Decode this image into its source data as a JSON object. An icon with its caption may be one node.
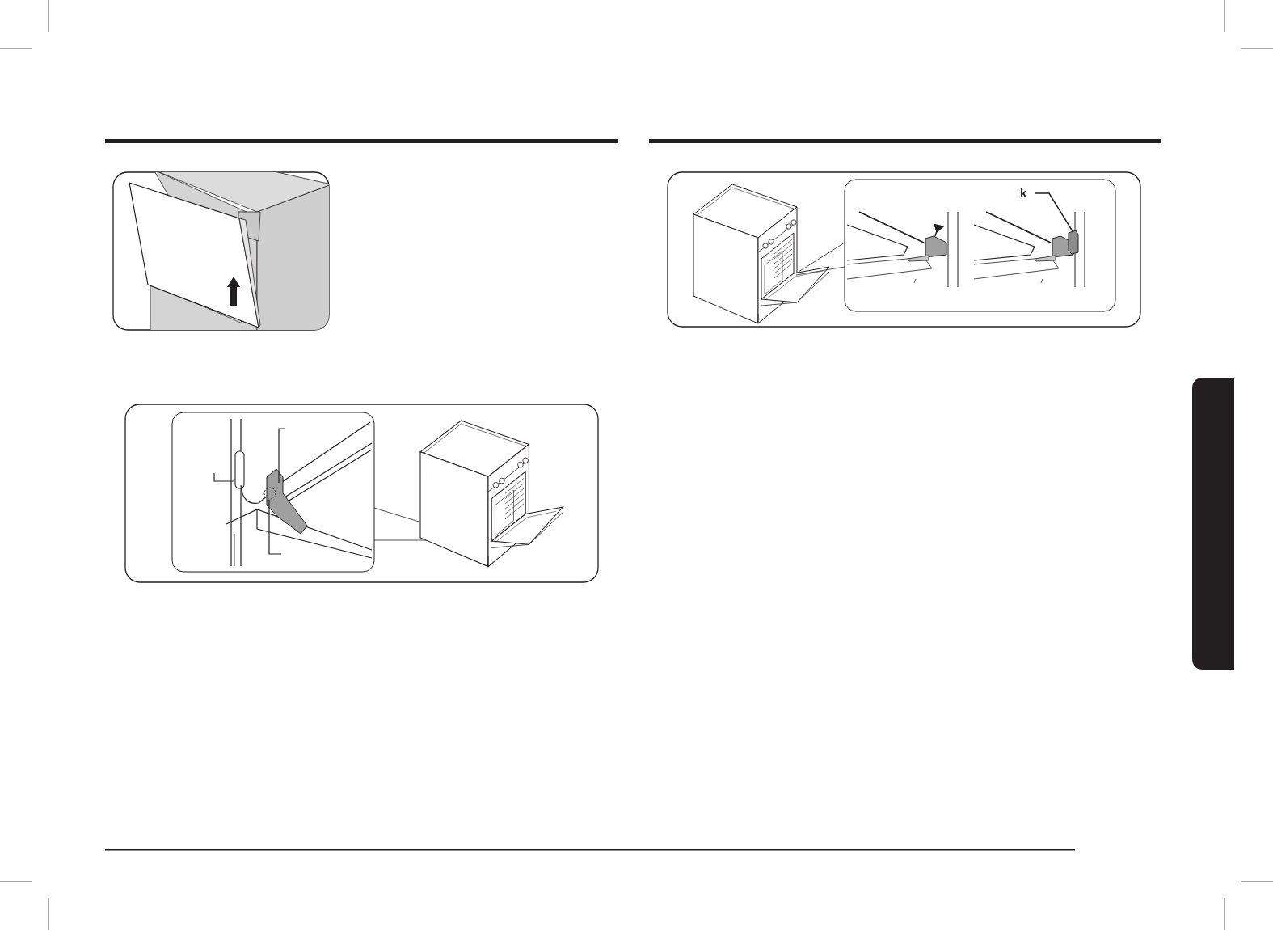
{
  "diagram": {
    "nodes": [
      {
        "text": [
          "k"
        ]
      },
      {
        "text": [],
        "shape": "lever"
      },
      {
        "text": [],
        "shape": "bar"
      }
    ],
    "edges": [
      {
        "from": 0,
        "to": 1,
        "arrow": "none"
      }
    ]
  }
}
